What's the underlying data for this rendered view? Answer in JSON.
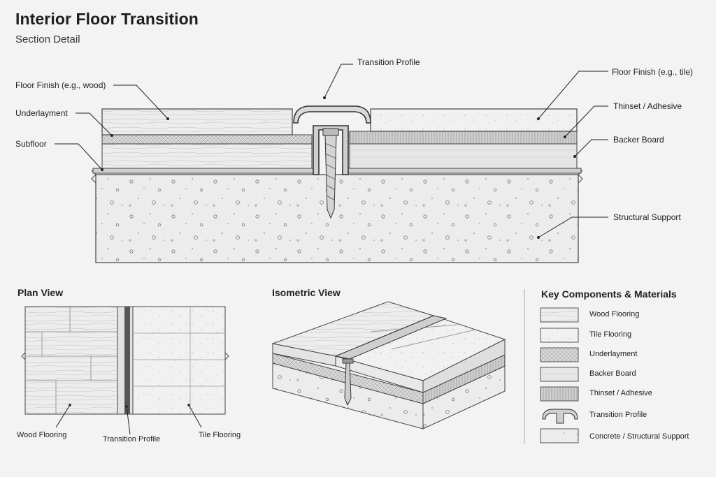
{
  "header": {
    "title": "Interior Floor Transition",
    "subtitle": "Section Detail"
  },
  "section_labels": {
    "transition_profile": "Transition Profile",
    "floor_finish_wood": "Floor Finish (e.g., wood)",
    "underlayment": "Underlayment",
    "subfloor": "Subfloor",
    "floor_finish_tile": "Floor Finish (e.g., tile)",
    "thinset": "Thinset / Adhesive",
    "backer_board": "Backer Board",
    "structural_support": "Structural Support"
  },
  "plan_view": {
    "heading": "Plan View",
    "wood_label": "Wood Flooring",
    "profile_label": "Transition Profile",
    "tile_label": "Tile Flooring"
  },
  "isometric_view": {
    "heading": "Isometric View"
  },
  "key": {
    "heading": "Key Components & Materials",
    "items": [
      {
        "label": "Wood Flooring"
      },
      {
        "label": "Tile Flooring"
      },
      {
        "label": "Underlayment"
      },
      {
        "label": "Backer Board"
      },
      {
        "label": "Thinset / Adhesive"
      },
      {
        "label": "Transition Profile"
      },
      {
        "label": "Concrete / Structural Support"
      }
    ]
  }
}
